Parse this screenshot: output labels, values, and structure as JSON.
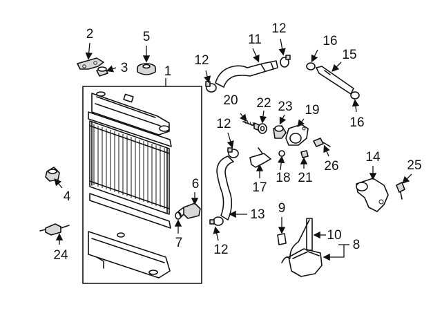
{
  "callouts": {
    "c1": "1",
    "c2": "2",
    "c3": "3",
    "c4": "4",
    "c5": "5",
    "c6": "6",
    "c7": "7",
    "c8": "8",
    "c9": "9",
    "c10": "10",
    "c11": "11",
    "c12a": "12",
    "c12b": "12",
    "c12c": "12",
    "c12d": "12",
    "c13": "13",
    "c14": "14",
    "c15": "15",
    "c16a": "16",
    "c16b": "16",
    "c17": "17",
    "c18": "18",
    "c19": "19",
    "c20": "20",
    "c21": "21",
    "c22": "22",
    "c23": "23",
    "c24": "24",
    "c25": "25",
    "c26": "26"
  }
}
